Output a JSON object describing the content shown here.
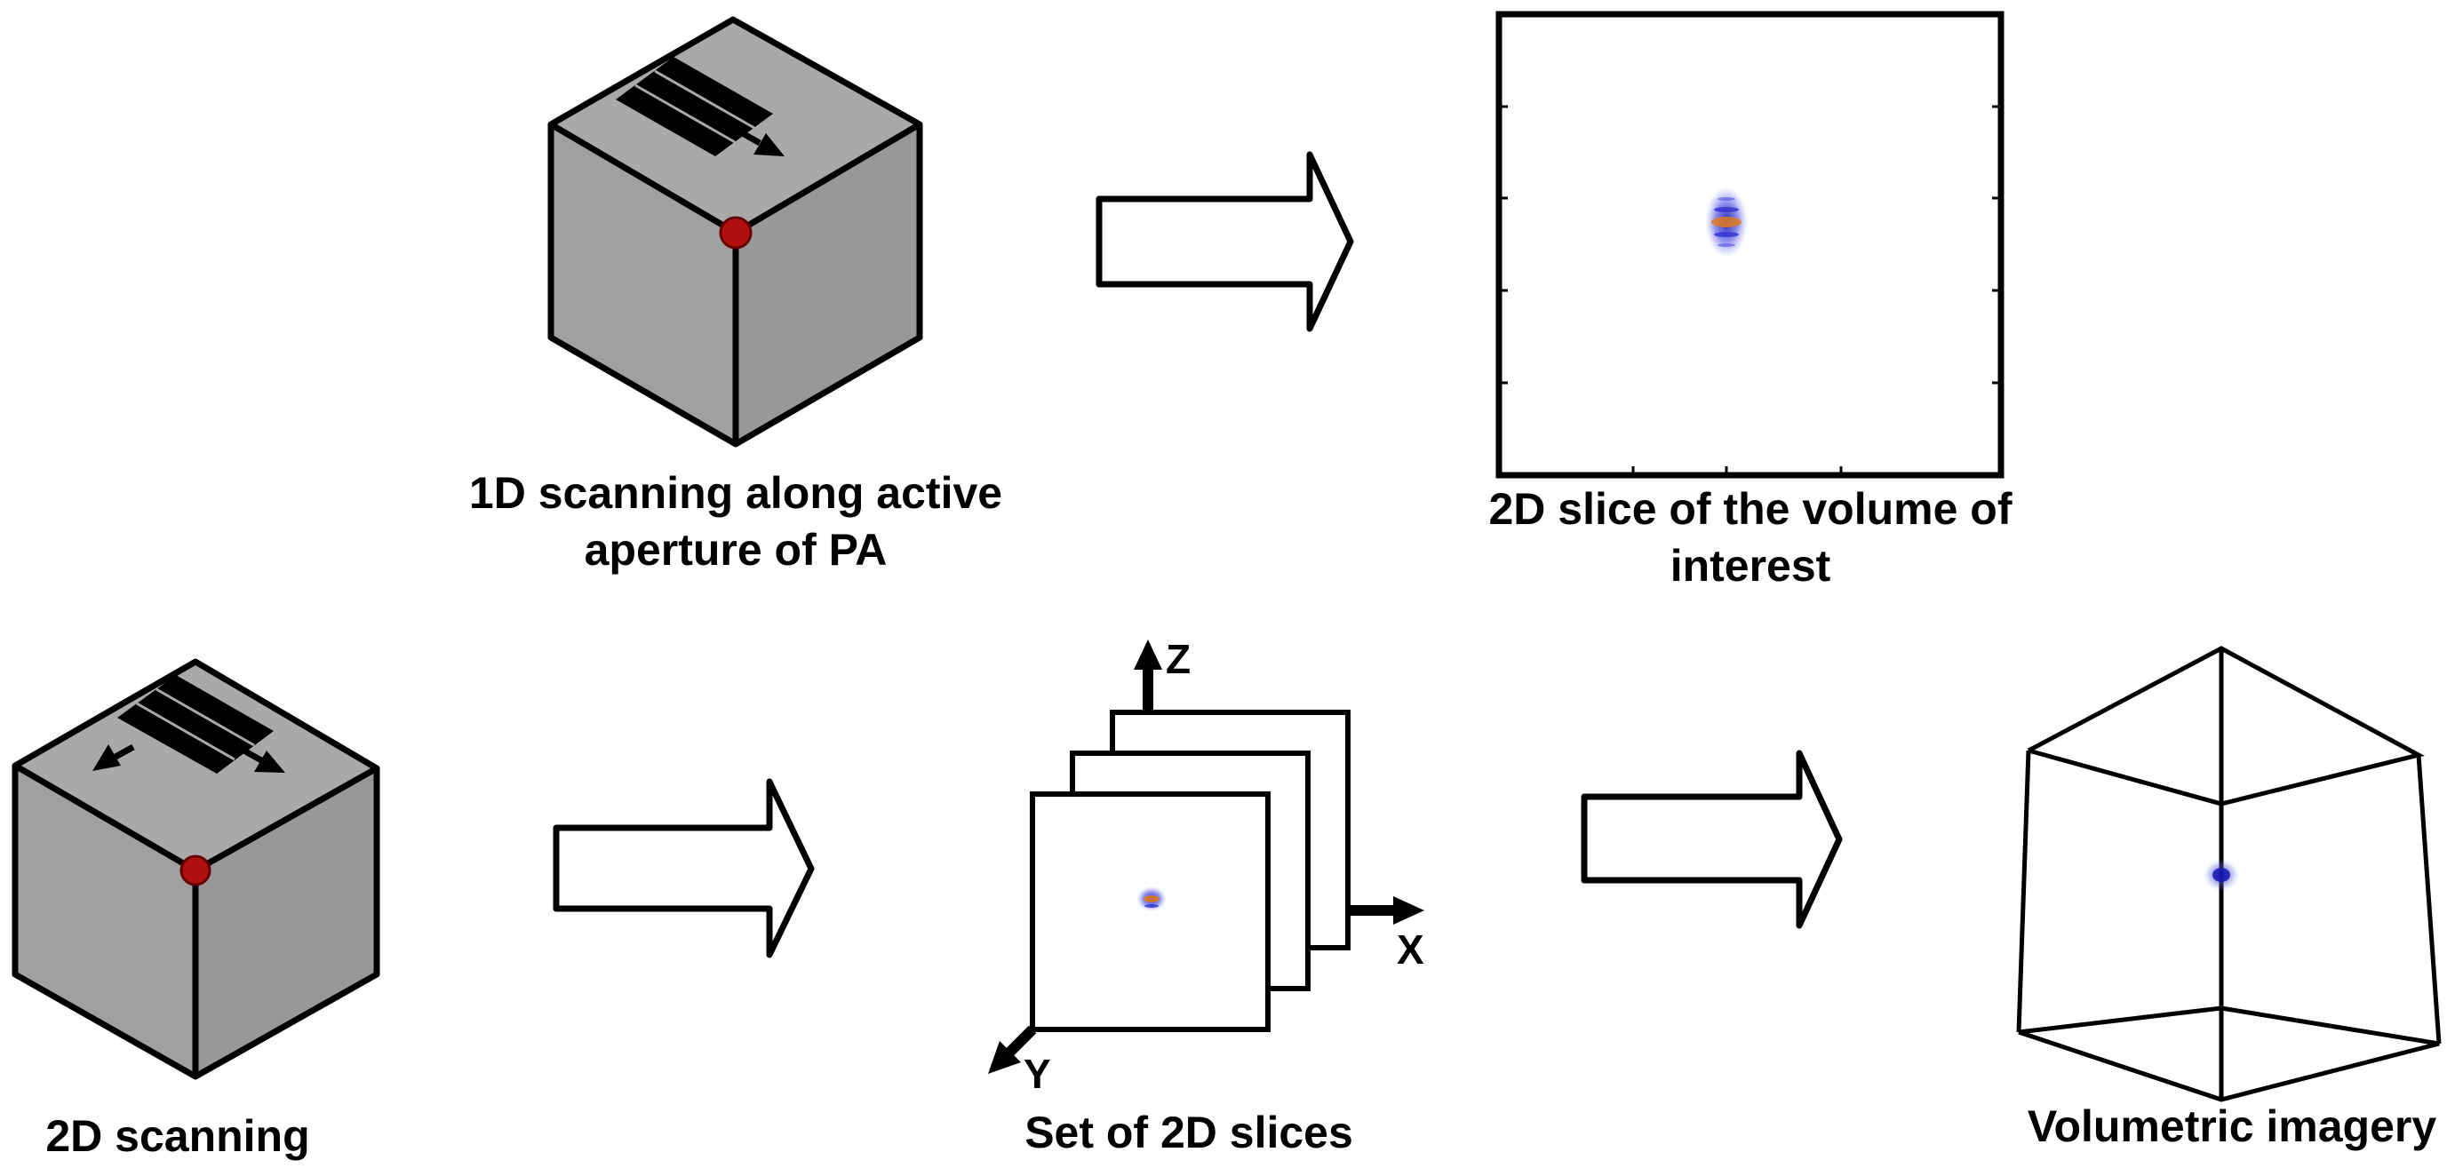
{
  "labels": {
    "scan_1d_line1": "1D scanning along active",
    "scan_1d_line2": "aperture of PA",
    "slice_2d_line1": "2D slice of the volume of",
    "slice_2d_line2": "interest",
    "scan_2d": "2D scanning",
    "set_slices": "Set of 2D slices",
    "volumetric": "Volumetric imagery"
  },
  "axes": {
    "z": "Z",
    "x": "X",
    "y": "Y"
  },
  "colors": {
    "cube_top": "#a9a9a9",
    "cube_left": "#a0a0a0",
    "cube_right": "#989898",
    "target": "#b01010",
    "psf_blue": "#3a3ad8",
    "psf_orange": "#e07a20"
  }
}
